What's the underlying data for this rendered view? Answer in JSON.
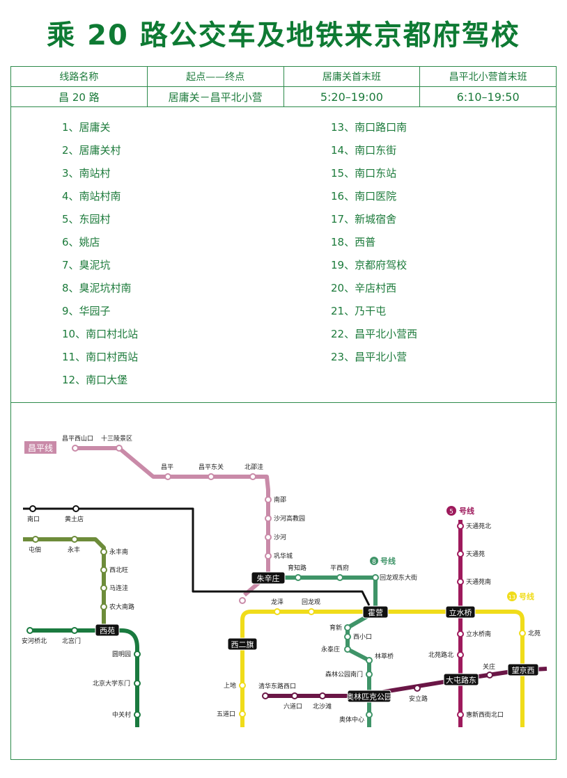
{
  "title": "乘 20 路公交车及地铁来京都府驾校",
  "table": {
    "headers": [
      "线路名称",
      "起点——终点",
      "居庸关首末班",
      "昌平北小营首末班"
    ],
    "values": [
      "昌 20 路",
      "居庸关－昌平北小营",
      "5:20–19:00",
      "6:10–19:50"
    ]
  },
  "stops_left": [
    "1、居庸关",
    "2、居庸关村",
    "3、南站村",
    "4、南站村南",
    "5、东园村",
    "6、姚店",
    "7、臭泥坑",
    "8、臭泥坑村南",
    "9、华园子",
    "10、南口村北站",
    "11、南口村西站",
    "12、南口大堡"
  ],
  "stops_right": [
    "13、南口路口南",
    "14、南口东街",
    "15、南口东站",
    "16、南口医院",
    "17、新城宿舍",
    "18、西普",
    "19、京都府驾校",
    "20、辛店村西",
    "21、乃干屯",
    "22、昌平北小营西",
    "23、昌平北小营"
  ],
  "map": {
    "colors": {
      "changping": "#c98aa8",
      "black": "#111111",
      "olive": "#6d8c3a",
      "green4": "#1a7a3f",
      "line8": "#3f9468",
      "line5": "#9e1a5c",
      "yellow": "#f0dc1a",
      "line15": "#6a1646"
    },
    "line_badges": {
      "changping": "昌平线",
      "line5_num": "5",
      "line5_text": "号线",
      "line8_num": "8",
      "line8_text": "号线",
      "line13_num": "13",
      "line13_text": "号线"
    },
    "transfers": {
      "zhuxinzhuang": "朱辛庄",
      "xierqi": "西二旗",
      "huoying": "霍营",
      "lishuiqiao": "立水桥",
      "xiyuan": "西苑",
      "datunlu": "大屯路东",
      "aolin": "奥林匹克公园",
      "wangjingxi": "望京西"
    },
    "stations": {
      "changping_xishankou": "昌平西山口",
      "shisanling": "十三陵景区",
      "changping": "昌平",
      "changping_dongguan": "昌平东关",
      "beishaowa": "北邵洼",
      "nanshao": "南邵",
      "shahe_gaojiao": "沙河高教园",
      "shahe": "沙河",
      "gonghuacheng": "巩华城",
      "nankou": "南口",
      "huangtudian": "黄土店",
      "tundian": "屯佃",
      "yongfeng": "永丰",
      "yongfengnan": "永丰南",
      "xibeiwang": "西北旺",
      "malianwa": "马连洼",
      "nongdananlu": "农大南路",
      "anhe_qiaobei": "安河桥北",
      "beigongmen": "北宫门",
      "yuanmingyuan": "圆明园",
      "pku_east": "北京大学东门",
      "zhongguancun": "中关村",
      "yuzhilu": "育知路",
      "pingxifu": "平西府",
      "huilongguan_dongdajie": "回龙观东大街",
      "longze": "龙泽",
      "huilongguan": "回龙观",
      "tiantongyuan_bei": "天通苑北",
      "tiantongyuan": "天通苑",
      "tiantongyuan_nan": "天通苑南",
      "lishuiqiao_nan": "立水桥南",
      "beiyuanlu_bei": "北苑路北",
      "huixinxijie_beikou": "惠新西街北口",
      "beiyuan": "北苑",
      "yuxin": "育新",
      "xixiaokou": "西小口",
      "yongtaizhuang": "永泰庄",
      "linduiqiao": "林萃桥",
      "senlin_nanmen": "森林公园南门",
      "aoti_zhongxin": "奥体中心",
      "shangdi": "上地",
      "wudaokou": "五道口",
      "qinghua_xikou": "清华东路西口",
      "liudaokou": "六道口",
      "beishatan": "北沙滩",
      "anli": "安立路",
      "guanzhuang": "关庄"
    }
  }
}
